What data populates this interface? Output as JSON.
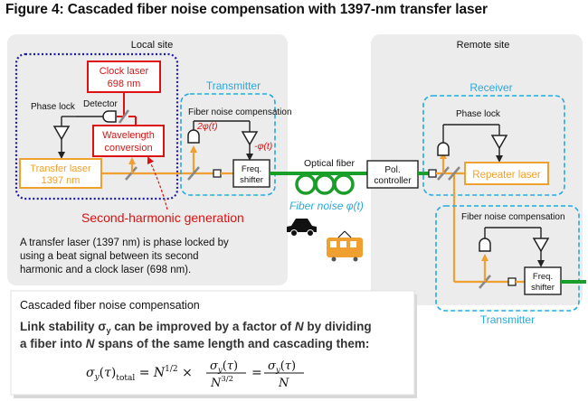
{
  "title": "Figure 4: Cascaded fiber noise compensation with 1397-nm transfer laser",
  "local_site": {
    "label": "Local site",
    "clock_laser": {
      "line1": "Clock laser",
      "line2": "698 nm"
    },
    "detector": "Detector",
    "phase_lock": "Phase lock",
    "wavelength_conversion": {
      "line1": "Wavelength",
      "line2": "conversion"
    },
    "transfer_laser": {
      "line1": "Transfer laser",
      "line2": "1397 nm"
    },
    "second_harmonic": "Second-harmonic generation",
    "description": [
      "A transfer laser (1397 nm) is phase locked by",
      "using a beat signal between its second",
      "harmonic and a clock laser (698 nm)."
    ]
  },
  "transmitter": {
    "label": "Transmitter",
    "fnc": "Fiber noise compensation",
    "phase_2phi": "2φ(t)",
    "phase_neg_phi": "-φ(t)",
    "freq_shifter": {
      "line1": "Freq.",
      "line2": "shifter"
    }
  },
  "fiber": {
    "label": "Optical fiber",
    "noise": "Fiber noise φ(t)",
    "pol_controller": {
      "line1": "Pol.",
      "line2": "controller"
    }
  },
  "remote_site": {
    "label": "Remote site",
    "receiver": "Receiver",
    "phase_lock": "Phase lock",
    "repeater_laser": "Repeater laser",
    "fnc": "Fiber noise compensation",
    "freq_shifter": {
      "line1": "Freq.",
      "line2": "shifter"
    },
    "transmitter": "Transmitter"
  },
  "cascaded": {
    "heading": "Cascaded fiber noise compensation",
    "line1": "Link stability σy can be improved by a factor of N by dividing",
    "line2": "a fiber into N spans of the same length and cascading them:",
    "formula": "σy(τ)total = N^1/2 × σy(τ)/N^3/2 = σy(τ)/N"
  },
  "colors": {
    "site_bg": "#ececec",
    "navy": "#1a1aa6",
    "red": "#dd1111",
    "orange": "#f0a030",
    "cyan": "#29a8dd",
    "fiber_green": "#1a9e2a"
  }
}
